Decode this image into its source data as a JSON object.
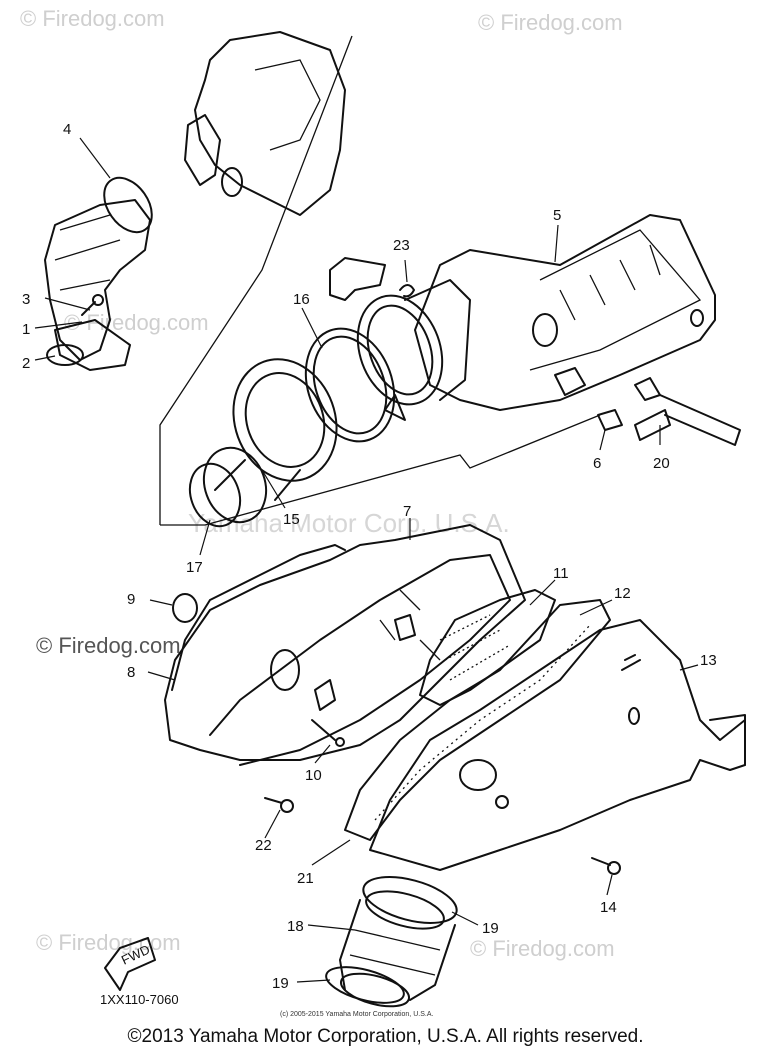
{
  "watermarks": {
    "top_left": "© Firedog.com",
    "top_right": "© Firedog.com",
    "mid_upper": "© Firedog.com",
    "mid_left": "© Firedog.com",
    "bottom_left": "© Firedog.com",
    "bottom_right": "© Firedog.com",
    "center_yamaha": "Yamaha Motor Corp. U.S.A."
  },
  "callouts": [
    "1",
    "2",
    "3",
    "4",
    "5",
    "6",
    "7",
    "8",
    "9",
    "10",
    "11",
    "12",
    "13",
    "14",
    "15",
    "16",
    "17",
    "18",
    "19",
    "19",
    "20",
    "21",
    "22",
    "23"
  ],
  "fwd_label": "FWD",
  "diagram_code": "1XX110-7060",
  "small_notice": "(c) 2005-2015 Yamaha Motor Corporation, U.S.A.",
  "copyright": "©2013 Yamaha Motor Corporation, U.S.A. All rights reserved.",
  "colors": {
    "line": "#111111",
    "watermark": "#cfcfcf",
    "background": "#ffffff"
  }
}
